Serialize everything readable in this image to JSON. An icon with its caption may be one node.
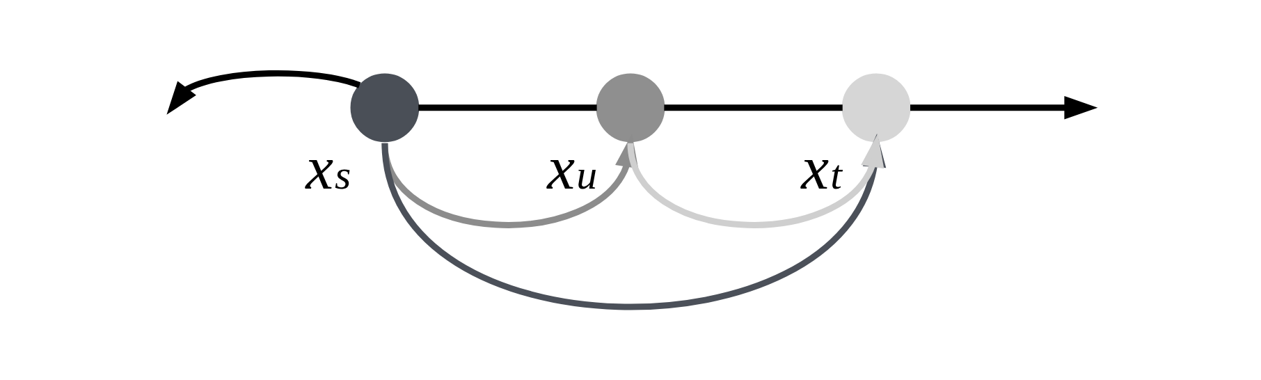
{
  "diagram": {
    "nodes": [
      {
        "text": [
          "x$_{s}$"
        ]
      },
      {
        "text": [
          "x$_{u}$"
        ]
      },
      {
        "text": [
          "x$_{t}$"
        ]
      }
    ],
    "edges": [
      {
        "from": 0,
        "to": null,
        "arrow": "to"
      },
      {
        "from": 0,
        "to": 1,
        "arrow": "none"
      },
      {
        "from": 1,
        "to": 2,
        "arrow": "none"
      },
      {
        "from": 2,
        "to": null,
        "arrow": "to"
      },
      {
        "from": 0,
        "to": 1,
        "arrow": "to",
        "color": "#8c8c8c"
      },
      {
        "from": 0,
        "to": 2,
        "arrow": "to",
        "color": "#4b5059"
      },
      {
        "from": 1,
        "to": 2,
        "arrow": "to",
        "color": "#cfcfcf"
      }
    ]
  }
}
